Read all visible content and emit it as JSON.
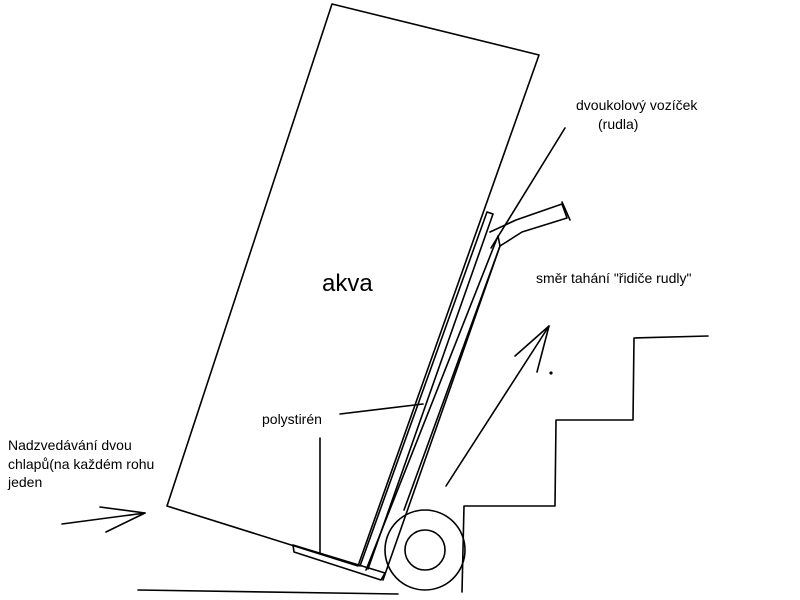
{
  "diagram": {
    "stroke_color": "#000000",
    "background": "#ffffff",
    "labels": {
      "tank": "akva",
      "cart_line1": "dvoukolový vozíček",
      "cart_line2": "(rudla)",
      "pull_direction": "směr tahání \"řidiče rudly\"",
      "insulation": "polystirén",
      "lift_line1": "Nadzvedávání dvou",
      "lift_line2": "chlapů(na každém rohu",
      "lift_line3": "jeden"
    }
  }
}
